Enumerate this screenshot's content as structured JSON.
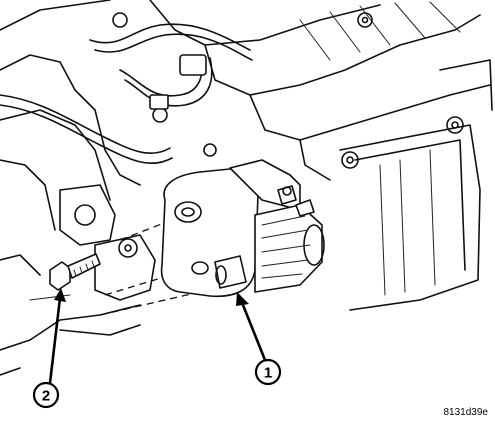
{
  "callouts": [
    {
      "number": "1",
      "part": "starter"
    },
    {
      "number": "2",
      "part": "bolt"
    }
  ],
  "figure_id": "8131d39e",
  "colors": {
    "line": "#111111",
    "background": "#ffffff"
  }
}
